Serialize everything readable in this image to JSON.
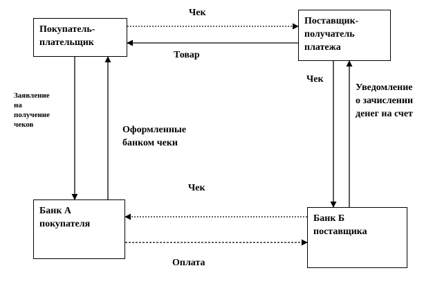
{
  "nodes": {
    "buyer": {
      "lines": [
        "Покупатель-",
        "плательщик"
      ]
    },
    "supplier": {
      "lines": [
        "Поставщик-",
        "получатель",
        "платежа"
      ]
    },
    "bank_a": {
      "lines": [
        "Банк А",
        "покупателя"
      ]
    },
    "bank_b": {
      "lines": [
        "Банк Б",
        "поставщика"
      ]
    }
  },
  "edges": {
    "cheque_top": {
      "label": "Чек"
    },
    "goods": {
      "label": "Товар"
    },
    "cheque_right": {
      "label": "Чек"
    },
    "notice": {
      "lines": [
        "Уведомление",
        "о зачислении",
        "денег на счет"
      ]
    },
    "application": {
      "lines": [
        "Заявление",
        "на",
        "получение",
        "чеков"
      ]
    },
    "issued_cheques": {
      "lines": [
        "Оформленные",
        "банком чеки"
      ]
    },
    "cheque_bottom": {
      "label": "Чек"
    },
    "payment": {
      "label": "Оплата"
    }
  }
}
